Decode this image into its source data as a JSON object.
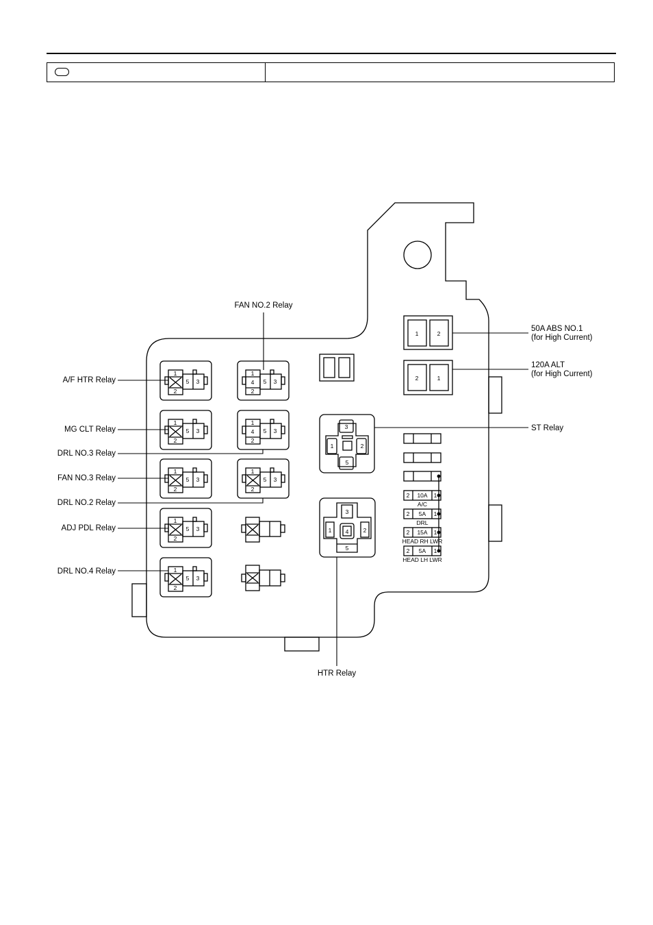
{
  "header": {
    "left_cell": "",
    "right_cell": ""
  },
  "labels": {
    "fan_no2_relay": "FAN NO.2 Relay",
    "af_htr_relay": "A/F HTR Relay",
    "mg_clt_relay": "MG CLT Relay",
    "drl_no3_relay": "DRL NO.3 Relay",
    "fan_no3_relay": "FAN NO.3 Relay",
    "drl_no2_relay": "DRL NO.2 Relay",
    "adj_pdl_relay": "ADJ PDL Relay",
    "drl_no4_relay": "DRL NO.4 Relay",
    "abs_no1_line1": "50A ABS NO.1",
    "abs_no1_line2": "(for High Current)",
    "alt_line1": "120A ALT",
    "alt_line2": "(for High Current)",
    "st_relay": "ST Relay",
    "htr_relay": "HTR Relay"
  },
  "pins": {
    "p1": "1",
    "p2": "2",
    "p3": "3",
    "p4": "4",
    "p5": "5"
  },
  "fuses": [
    {
      "left": "2",
      "amp": "10A",
      "right": "1",
      "name": "A/C"
    },
    {
      "left": "2",
      "amp": "5A",
      "right": "1",
      "name": "DRL"
    },
    {
      "left": "2",
      "amp": "15A",
      "right": "1",
      "name": "HEAD RH LWR"
    },
    {
      "left": "2",
      "amp": "5A",
      "right": "1",
      "name": "HEAD LH LWR"
    }
  ],
  "high_current_fuses": {
    "abs_no1": {
      "a": "1",
      "b": "2"
    },
    "alt": {
      "a": "2",
      "b": "1"
    }
  }
}
